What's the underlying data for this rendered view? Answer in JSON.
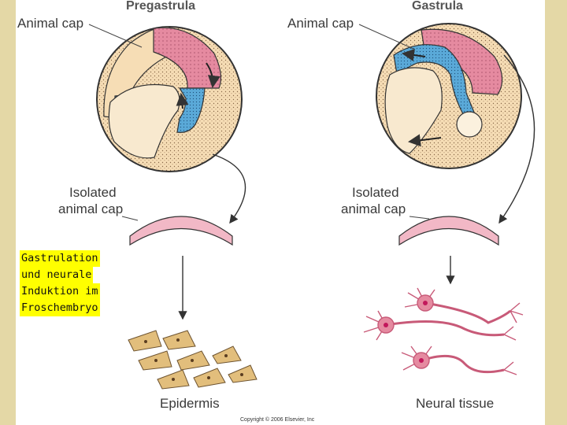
{
  "stages": {
    "pregastrula": "Pregastrula",
    "gastrula": "Gastrula"
  },
  "labels": {
    "animal_cap_left": "Animal cap",
    "animal_cap_right": "Animal cap",
    "isolated_left_1": "Isolated",
    "isolated_left_2": "animal cap",
    "isolated_right_1": "Isolated",
    "isolated_right_2": "animal cap",
    "epidermis": "Epidermis",
    "neural_tissue": "Neural tissue",
    "copyright": "Copyright © 2006 Elsevier, Inc"
  },
  "annotation": {
    "lines": [
      "Gastrulation",
      "und neurale",
      "Induktion im",
      "Froschembryo"
    ]
  },
  "colors": {
    "background": "#e9dfb5",
    "embryo": "#f6ddb5",
    "animal_cap": "#e58aa0",
    "mesoderm": "#5aa9d8",
    "neuron": "#e58aa0",
    "epidermal_cell": "#e2be7c",
    "highlight": "#ffff00"
  }
}
